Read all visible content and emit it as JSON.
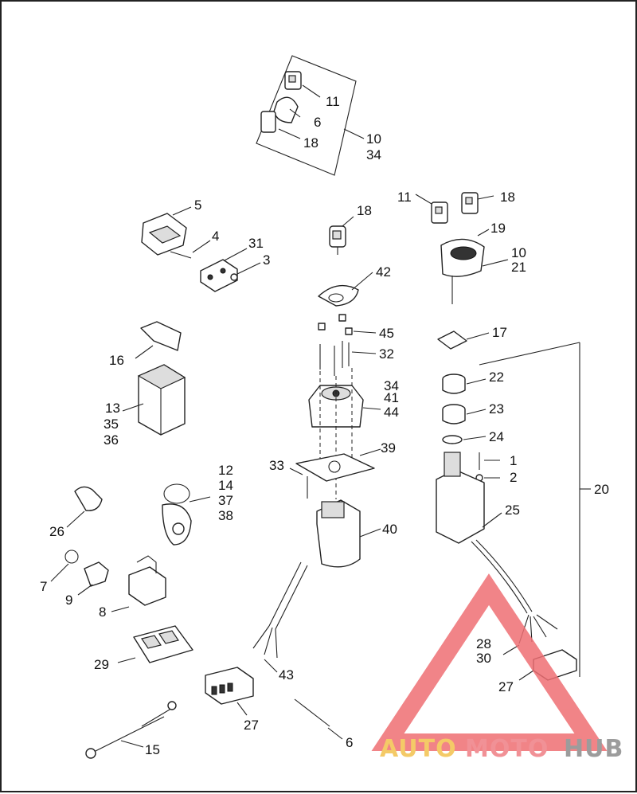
{
  "callouts": [
    {
      "id": "c-11a",
      "text": "11"
    },
    {
      "id": "c-6a",
      "text": "6"
    },
    {
      "id": "c-18a",
      "text": "18"
    },
    {
      "id": "c-10a",
      "text": "10"
    },
    {
      "id": "c-34a",
      "text": "34"
    },
    {
      "id": "c-5",
      "text": "5"
    },
    {
      "id": "c-4",
      "text": "4"
    },
    {
      "id": "c-31",
      "text": "31"
    },
    {
      "id": "c-3",
      "text": "3"
    },
    {
      "id": "c-16",
      "text": "16"
    },
    {
      "id": "c-13",
      "text": "13"
    },
    {
      "id": "c-35",
      "text": "35"
    },
    {
      "id": "c-36",
      "text": "36"
    },
    {
      "id": "c-26",
      "text": "26"
    },
    {
      "id": "c-12",
      "text": "12"
    },
    {
      "id": "c-14",
      "text": "14"
    },
    {
      "id": "c-37",
      "text": "37"
    },
    {
      "id": "c-38",
      "text": "38"
    },
    {
      "id": "c-7",
      "text": "7"
    },
    {
      "id": "c-9",
      "text": "9"
    },
    {
      "id": "c-8",
      "text": "8"
    },
    {
      "id": "c-29",
      "text": "29"
    },
    {
      "id": "c-27a",
      "text": "27"
    },
    {
      "id": "c-15",
      "text": "15"
    },
    {
      "id": "c-6b",
      "text": "6"
    },
    {
      "id": "c-43",
      "text": "43"
    },
    {
      "id": "c-18b",
      "text": "18"
    },
    {
      "id": "c-42",
      "text": "42"
    },
    {
      "id": "c-45",
      "text": "45"
    },
    {
      "id": "c-32",
      "text": "32"
    },
    {
      "id": "c-34b",
      "text": "34"
    },
    {
      "id": "c-41",
      "text": "41"
    },
    {
      "id": "c-44",
      "text": "44"
    },
    {
      "id": "c-39",
      "text": "39"
    },
    {
      "id": "c-33",
      "text": "33"
    },
    {
      "id": "c-40",
      "text": "40"
    },
    {
      "id": "c-11b",
      "text": "11"
    },
    {
      "id": "c-18c",
      "text": "18"
    },
    {
      "id": "c-19",
      "text": "19"
    },
    {
      "id": "c-10b",
      "text": "10"
    },
    {
      "id": "c-21",
      "text": "21"
    },
    {
      "id": "c-17",
      "text": "17"
    },
    {
      "id": "c-22",
      "text": "22"
    },
    {
      "id": "c-23",
      "text": "23"
    },
    {
      "id": "c-24",
      "text": "24"
    },
    {
      "id": "c-1",
      "text": "1"
    },
    {
      "id": "c-2",
      "text": "2"
    },
    {
      "id": "c-20",
      "text": "20"
    },
    {
      "id": "c-25",
      "text": "25"
    },
    {
      "id": "c-28",
      "text": "28"
    },
    {
      "id": "c-30",
      "text": "30"
    },
    {
      "id": "c-27b",
      "text": "27"
    }
  ],
  "watermark": {
    "part_auto": "AUTO",
    "part_moto": "MOTO",
    "part_hub": "HUB",
    "colors": {
      "auto": "#f3c14d",
      "moto": "#ef7e84",
      "hub": "#8b8b8b",
      "triangle": "#ef6f73"
    }
  }
}
